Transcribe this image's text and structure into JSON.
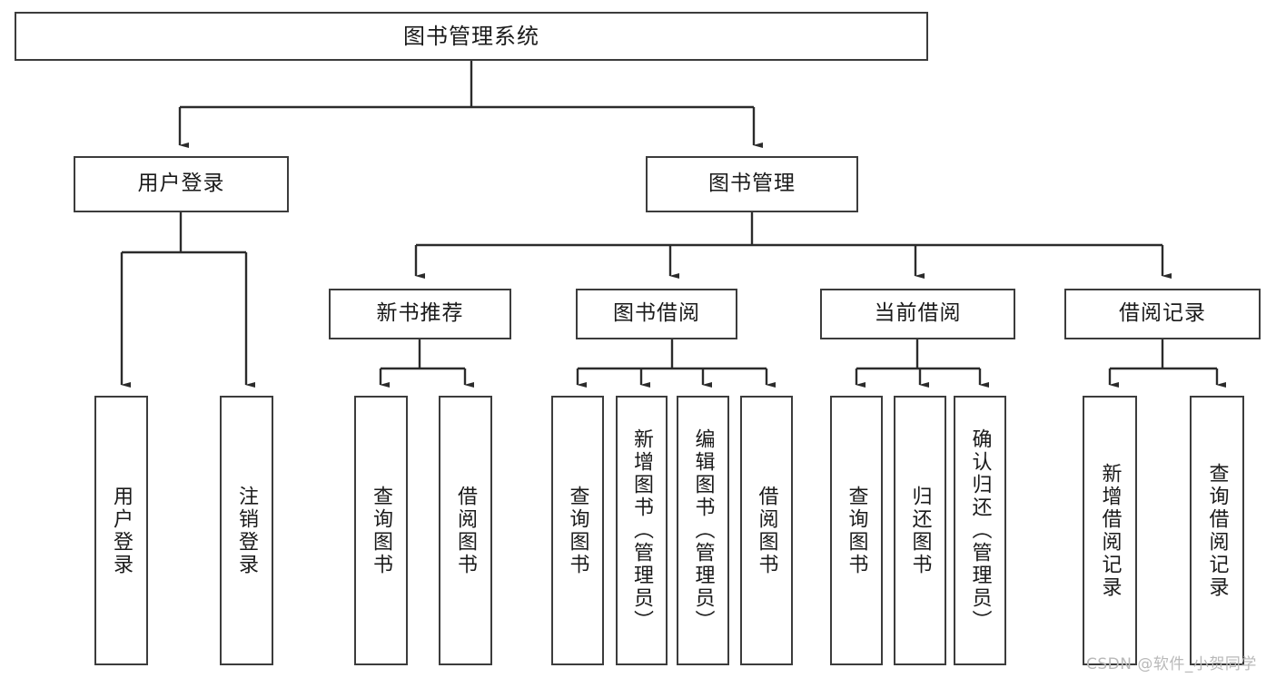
{
  "diagram": {
    "title": "图书管理系统",
    "type": "tree",
    "orientation": "top-down",
    "colors": {
      "box_border": "#3c3c3c",
      "box_fill": "#ffffff",
      "connector": "#2b2b2b",
      "text": "#1a1a1a",
      "watermark": "#b9b9b9",
      "background": "#ffffff"
    },
    "root": {
      "label": "图书管理系统"
    },
    "level1": [
      {
        "label": "用户登录"
      },
      {
        "label": "图书管理"
      }
    ],
    "level2": [
      {
        "label": "新书推荐"
      },
      {
        "label": "图书借阅"
      },
      {
        "label": "当前借阅"
      },
      {
        "label": "借阅记录"
      }
    ],
    "leaves": {
      "user_login": [
        {
          "label": "用户登录"
        },
        {
          "label": "注销登录"
        }
      ],
      "new_book_recommend": [
        {
          "label": "查询图书"
        },
        {
          "label": "借阅图书"
        }
      ],
      "book_borrow": [
        {
          "label": "查询图书"
        },
        {
          "label": "新增图书（管理员）"
        },
        {
          "label": "编辑图书（管理员）"
        },
        {
          "label": "借阅图书"
        }
      ],
      "current_borrow": [
        {
          "label": "查询图书"
        },
        {
          "label": "归还图书"
        },
        {
          "label": "确认归还（管理员）"
        }
      ],
      "borrow_record": [
        {
          "label": "新增借阅记录"
        },
        {
          "label": "查询借阅记录"
        }
      ]
    }
  },
  "watermark": {
    "text": "CSDN @软件_小贺同学"
  }
}
